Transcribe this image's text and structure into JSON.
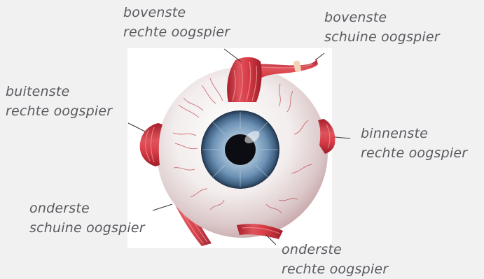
{
  "diagram": {
    "labels": {
      "superior_rectus": [
        "bovenste",
        "rechte oogspier"
      ],
      "superior_oblique": [
        "bovenste",
        "schuine oogspier"
      ],
      "lateral_rectus": [
        "buitenste",
        "rechte oogspier"
      ],
      "medial_rectus": [
        "binnenste",
        "rechte oogspier"
      ],
      "inferior_oblique": [
        "onderste",
        "schuine oogspier"
      ],
      "inferior_rectus": [
        "onderste",
        "rechte oogspier"
      ]
    },
    "colors": {
      "background": "#f1f1f2",
      "panel": "#ffffff",
      "muscle": "#d9414a",
      "muscle_dark": "#a51f2a",
      "sclera": "#f4eeee",
      "iris": "#5f86ad",
      "pupil": "#0c0d12",
      "label_text": "#585a5e",
      "leader_line": "#333333"
    }
  }
}
